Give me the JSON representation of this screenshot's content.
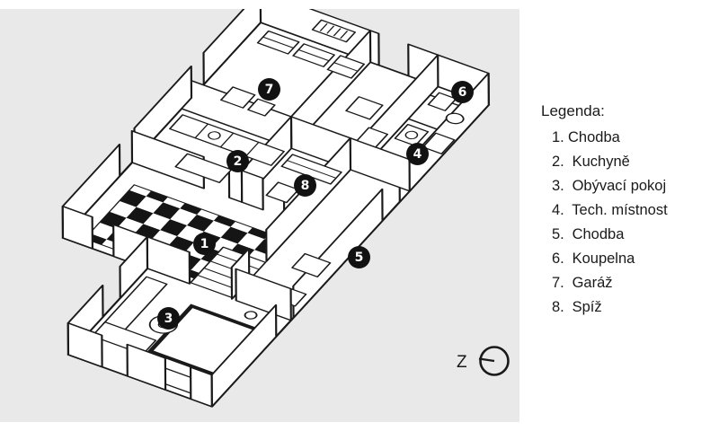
{
  "legend": {
    "title": "Legenda:",
    "items": [
      {
        "num": "1.",
        "label": "Chodba"
      },
      {
        "num": "2.",
        "label": "Kuchyně"
      },
      {
        "num": "3.",
        "label": "Obývací pokoj"
      },
      {
        "num": "4.",
        "label": "Tech. místnost"
      },
      {
        "num": "5.",
        "label": "Chodba"
      },
      {
        "num": "6.",
        "label": "Koupelna"
      },
      {
        "num": "7.",
        "label": "Garáž"
      },
      {
        "num": "8.",
        "label": "Spíž"
      }
    ]
  },
  "markers": {
    "m1": "1",
    "m2": "2",
    "m3": "3",
    "m4": "4",
    "m5": "5",
    "m6": "6",
    "m7": "7",
    "m8": "8"
  },
  "compass": {
    "label": "Z"
  },
  "colors": {
    "canvas_bg": "#e9e9e9",
    "ink": "#1a1a1a",
    "marker_bg": "#121212",
    "marker_text": "#ffffff"
  }
}
